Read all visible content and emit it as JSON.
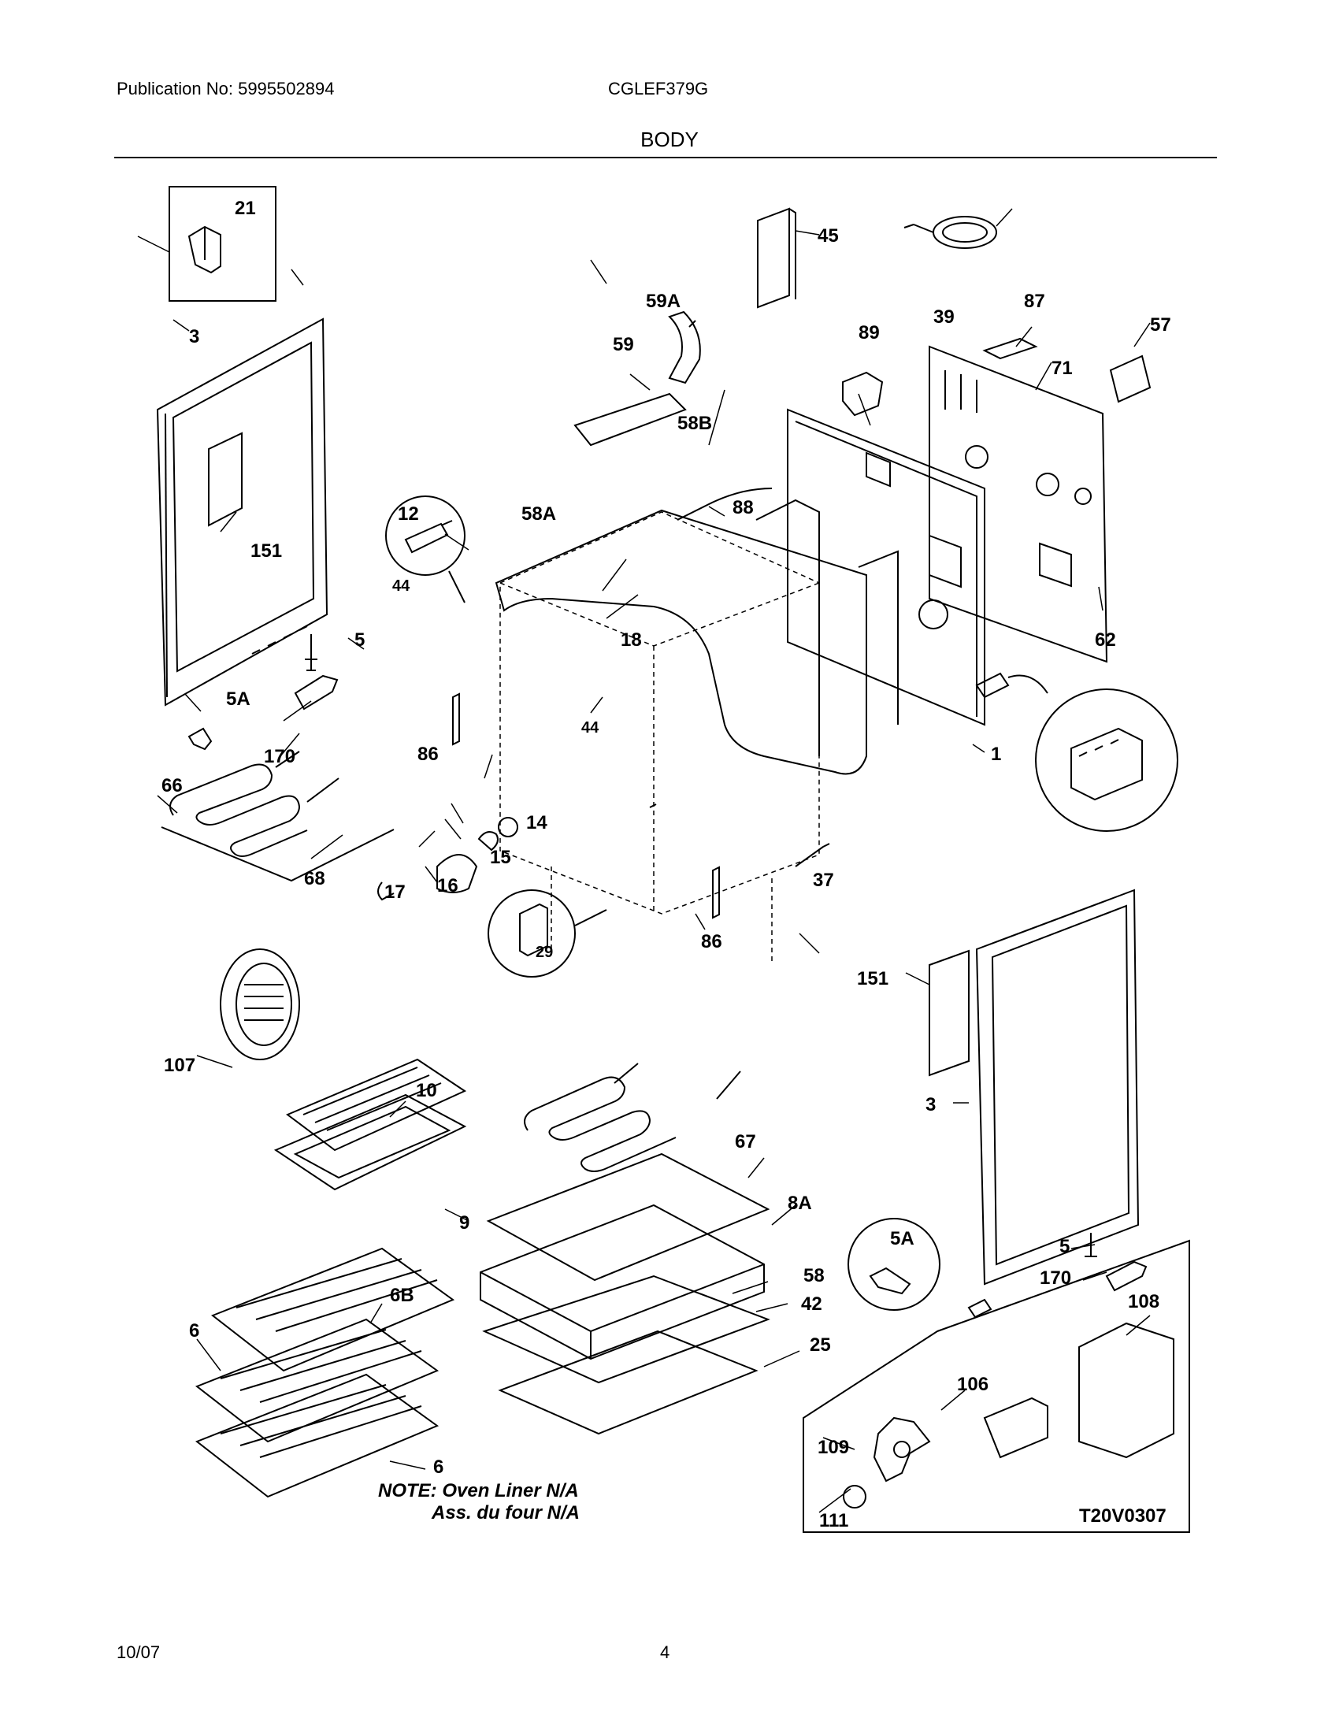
{
  "header": {
    "publication": "Publication No: 5995502894",
    "model": "CGLEF379G",
    "section": "BODY"
  },
  "footer": {
    "date": "10/07",
    "page": "4"
  },
  "note": {
    "line1": "NOTE: Oven Liner N/A",
    "line2": "Ass. du four N/A"
  },
  "drawing_code": "T20V0307",
  "callouts": {
    "c21": "21",
    "c3a": "3",
    "c151a": "151",
    "c5a": "5",
    "c5Aa": "5A",
    "c170a": "170",
    "c66": "66",
    "c68": "68",
    "c12": "12",
    "c44a": "44",
    "c58A": "58A",
    "c18": "18",
    "c44b": "44",
    "c86a": "86",
    "c14": "14",
    "c15": "15",
    "c16": "16",
    "c17": "17",
    "c29": "29",
    "c86b": "86",
    "c37": "37",
    "c59A": "59A",
    "c59": "59",
    "c58B": "58B",
    "c88": "88",
    "c45": "45",
    "c39": "39",
    "c89": "89",
    "c87": "87",
    "c57": "57",
    "c71": "71",
    "c1": "1",
    "c62": "62",
    "c107": "107",
    "c151b": "151",
    "c3b": "3",
    "c5b": "5",
    "c170b": "170",
    "c5Ab": "5A",
    "c10": "10",
    "c9": "9",
    "c67": "67",
    "c8A": "8A",
    "c58": "58",
    "c42": "42",
    "c25": "25",
    "c6B": "6B",
    "c6a": "6",
    "c6b": "6",
    "c108": "108",
    "c106": "106",
    "c109": "109",
    "c111": "111"
  }
}
